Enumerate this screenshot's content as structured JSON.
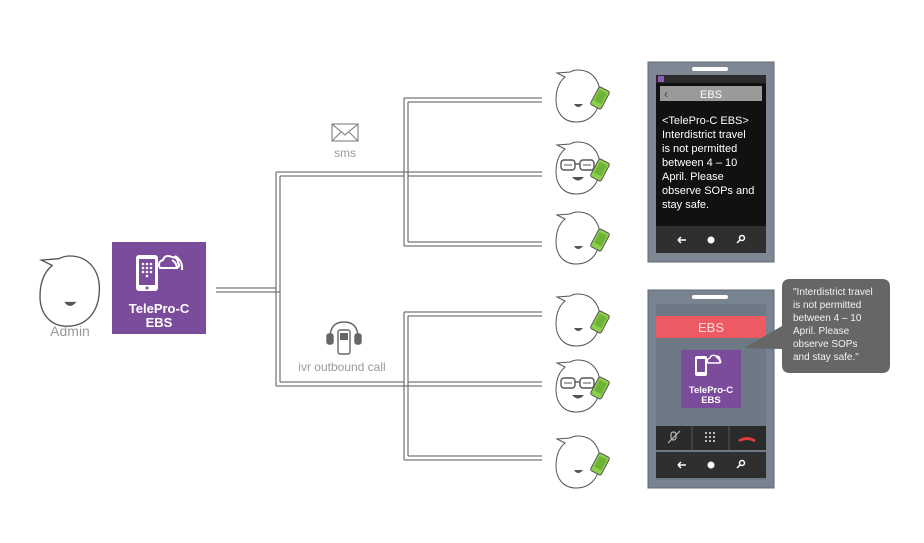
{
  "admin": {
    "label": "Admin"
  },
  "app": {
    "name_line1": "TelePro-C",
    "name_line2": "EBS",
    "colors": {
      "purple": "#7b4c9c",
      "white": "#ffffff"
    }
  },
  "channels": {
    "sms": {
      "label": "sms",
      "icon": "envelope-icon"
    },
    "ivr": {
      "label": "ivr outbound call",
      "icon": "ivr-phone-headset-icon"
    }
  },
  "sms_phone": {
    "title": "EBS",
    "message": "<TelePro-C EBS> Interdistrict travel is not permitted between 4 – 10 April. Please observe SOPs and stay safe.",
    "message_lines": [
      "<TelePro-C EBS>",
      "Interdistrict travel",
      "is not permitted",
      "between 4 – 10",
      "April. Please",
      "observe SOPs and",
      "stay safe."
    ]
  },
  "call_phone": {
    "caller": "EBS",
    "app_line1": "TelePro-C",
    "app_line2": "EBS",
    "colors": {
      "banner": "#ee5a64",
      "screen": "#6d7a86",
      "body": "#77838f"
    }
  },
  "speech_bubble": {
    "text": "\"Interdistrict travel is not permitted between 4 – 10 April. Please observe SOPs and stay safe.\"",
    "lines": [
      "\"Interdistrict travel",
      "is not permitted",
      "between 4 – 10",
      "April. Please",
      "observe SOPs",
      "and stay safe.\""
    ],
    "color": "#666666"
  },
  "recipients": [
    {
      "face": "smile",
      "group": "sms"
    },
    {
      "face": "glasses",
      "group": "sms"
    },
    {
      "face": "smile",
      "group": "sms"
    },
    {
      "face": "smile",
      "group": "ivr"
    },
    {
      "face": "glasses",
      "group": "ivr"
    },
    {
      "face": "smile",
      "group": "ivr"
    }
  ],
  "colors": {
    "line": "#555555",
    "phone_green": "#8ccf4d",
    "phone_frame": "#7d8894",
    "dark_screen": "#111111",
    "nav_bar": "#2f2f2f"
  }
}
